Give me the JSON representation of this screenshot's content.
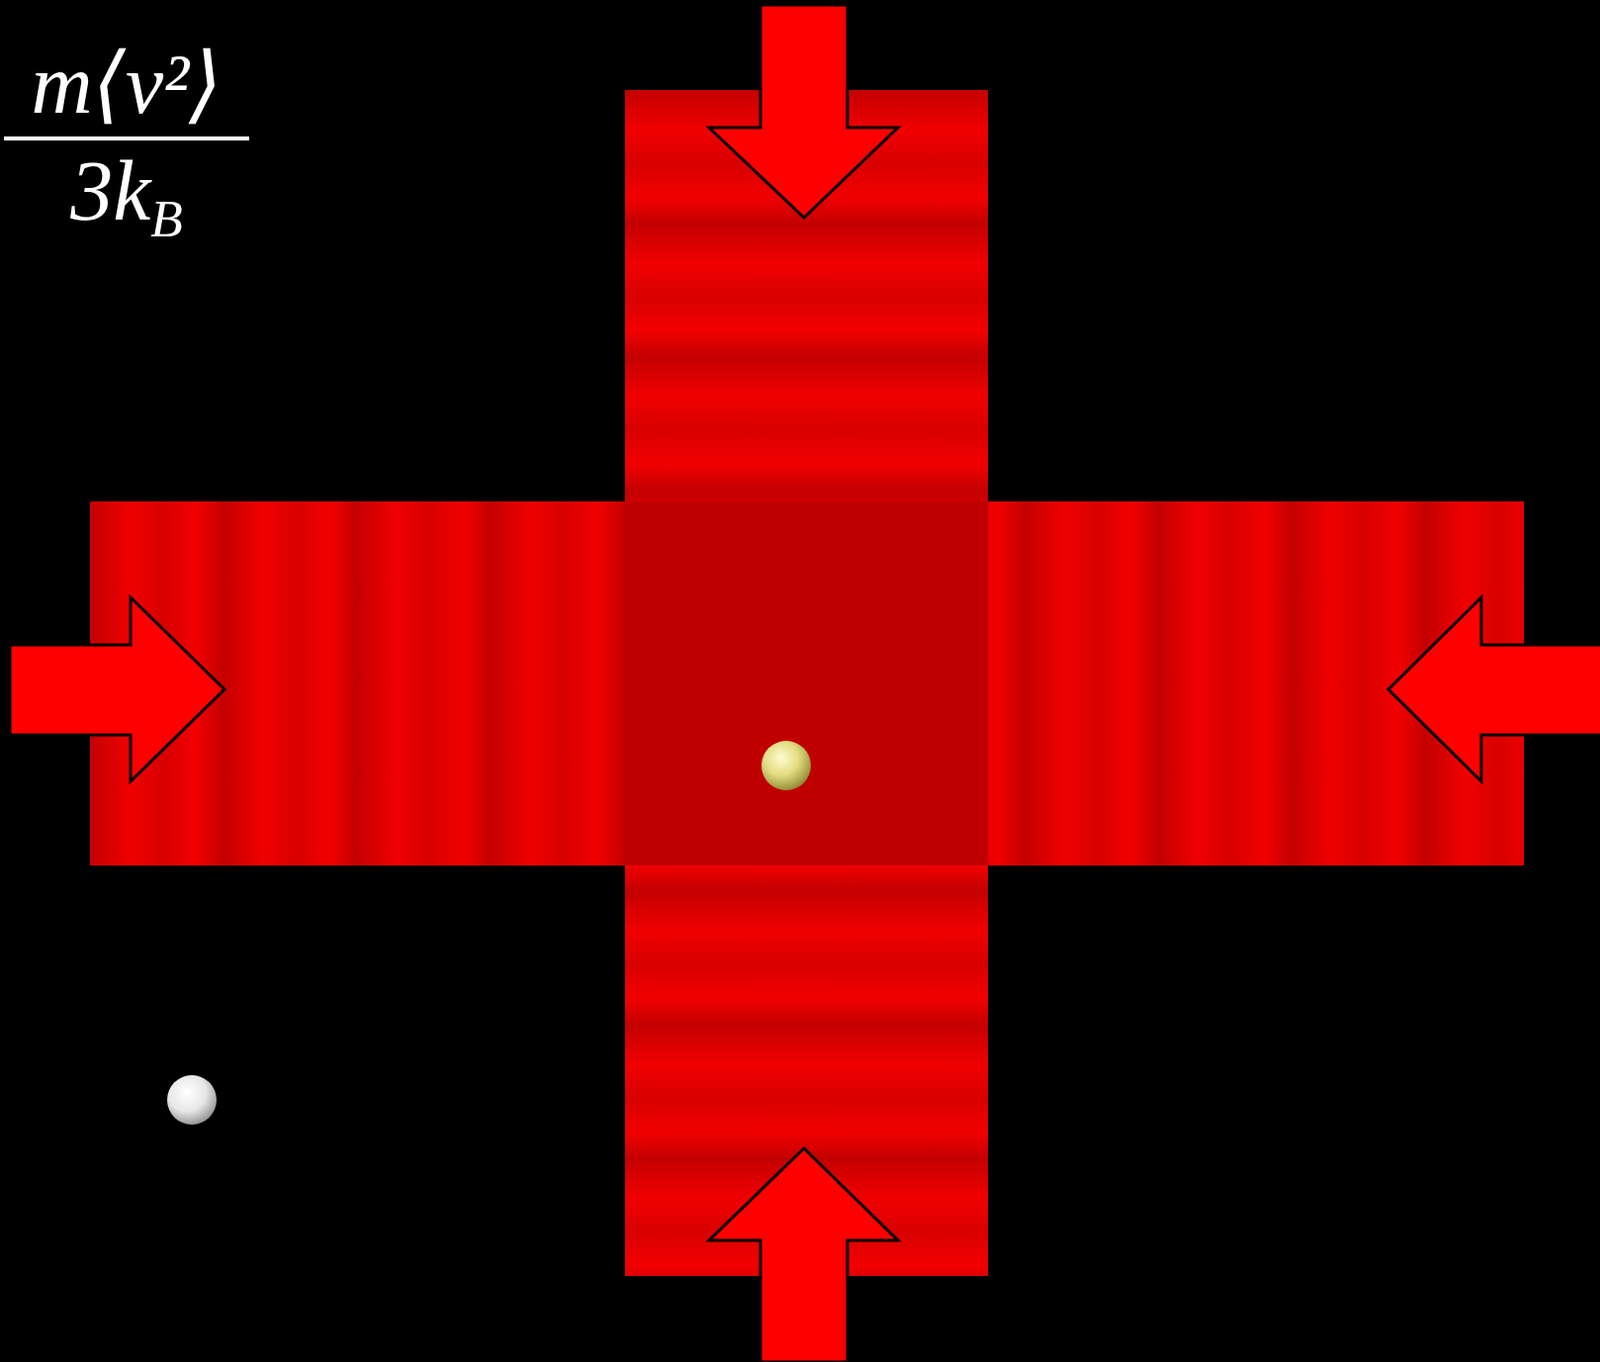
{
  "diagram": {
    "labels": [
      "m⟨v²⟩",
      "3k",
      "B"
    ]
  }
}
